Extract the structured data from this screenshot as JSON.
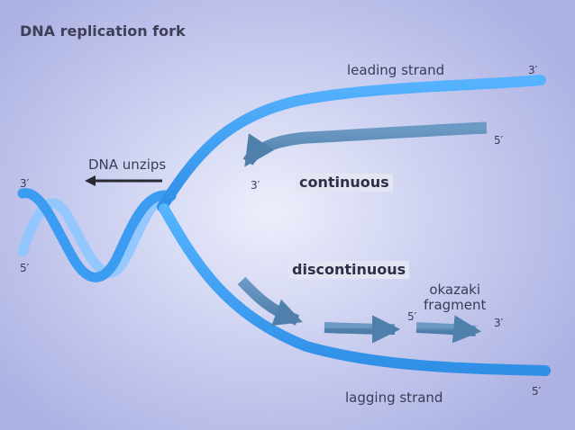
{
  "title": "DNA replication fork",
  "labels": {
    "leading_strand": "leading strand",
    "lagging_strand": "lagging strand",
    "dna_unzips": "DNA unzips",
    "continuous": "continuous",
    "discontinuous": "discontinuous",
    "okazaki_fragment": "okazaki\nfragment",
    "three_prime": "3′",
    "five_prime": "5′"
  },
  "colors": {
    "strand": "#3b9cf2",
    "strand_light": "#8ec7ff",
    "new_strand": "#5789b3",
    "unzip_arrow": "#2a2a33"
  }
}
